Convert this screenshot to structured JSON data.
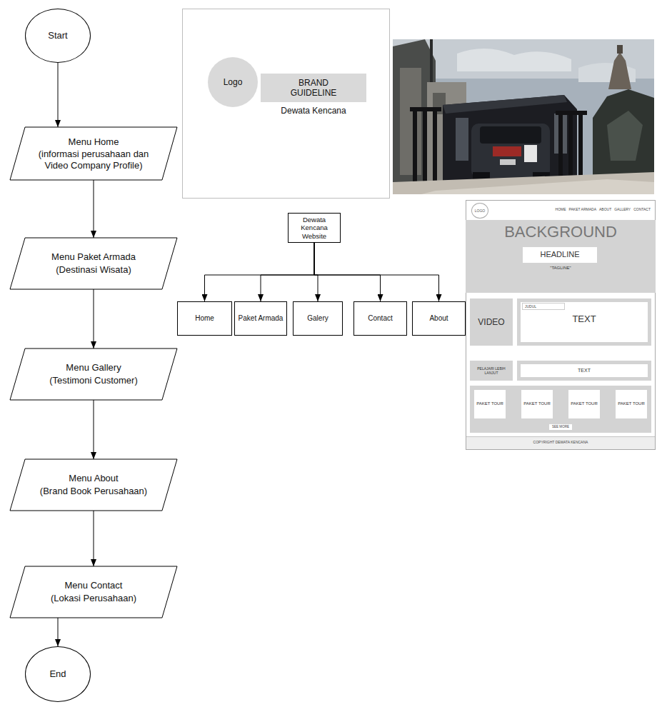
{
  "diagram": {
    "nodes": [
      {
        "text": [
          "Start"
        ]
      },
      {
        "text": [
          "Menu Home",
          "(informasi perusahaan dan Video Company Profile)"
        ]
      },
      {
        "text": [
          "Menu Paket Armada",
          "(Destinasi Wisata)"
        ]
      },
      {
        "text": [
          "Menu Gallery",
          "(Testimoni Customer)"
        ]
      },
      {
        "text": [
          "Menu About",
          "(Brand Book Perusahaan)"
        ]
      },
      {
        "text": [
          "Menu Contact",
          "(Lokasi Perusahaan)"
        ]
      },
      {
        "text": [
          "End"
        ]
      },
      {
        "text": [
          "Logo"
        ]
      },
      {
        "text": [
          "BRAND GUIDELINE"
        ]
      },
      {
        "text": [
          "Dewata Kencana Website"
        ]
      },
      {
        "text": [
          "Home"
        ]
      },
      {
        "text": [
          "Paket Armada"
        ]
      },
      {
        "text": [
          "Galery"
        ]
      },
      {
        "text": [
          "Contact"
        ]
      },
      {
        "text": [
          "About"
        ]
      },
      {
        "text": [
          "LOGO"
        ]
      },
      {
        "text": [
          "BACKGROUND",
          "\"TAGLINE\""
        ]
      },
      {
        "text": [
          "HEADLINE"
        ],
        "in": 16
      },
      {
        "text": [
          "VIDEO"
        ]
      },
      {
        "text": [
          "TEXT"
        ]
      },
      {
        "text": [
          "JUDUL"
        ],
        "in": 19
      },
      {
        "text": [
          "PELAJARI LEBIH LANJUT"
        ]
      },
      {
        "text": [
          "TEXT"
        ]
      },
      {
        "text": [
          "PAKET TOUR"
        ]
      },
      {
        "text": [
          "PAKET TOUR"
        ]
      },
      {
        "text": [
          "PAKET TOUR"
        ]
      },
      {
        "text": [
          "PAKET TOUR"
        ]
      },
      {
        "text": [
          "SEE MORE"
        ]
      }
    ],
    "edges": [
      {
        "from": 0,
        "to": 1,
        "arrow": "to"
      },
      {
        "from": 1,
        "to": 2,
        "arrow": "to"
      },
      {
        "from": 2,
        "to": 3,
        "arrow": "to"
      },
      {
        "from": 3,
        "to": 4,
        "arrow": "to"
      },
      {
        "from": 4,
        "to": 5,
        "arrow": "to"
      },
      {
        "from": 5,
        "to": 6,
        "arrow": "to"
      },
      {
        "from": 9,
        "to": 10,
        "arrow": "to"
      },
      {
        "from": 9,
        "to": 11,
        "arrow": "to"
      },
      {
        "from": 9,
        "to": 12,
        "arrow": "to"
      },
      {
        "from": 9,
        "to": 13,
        "arrow": "to"
      },
      {
        "from": 9,
        "to": 14,
        "arrow": "to"
      }
    ],
    "labels": [
      "Dewata Kencana",
      "HOME",
      "PAKET ARMADA",
      "ABOUT",
      "GALLERY",
      "CONTACT",
      "COPYRIGHT DEWATA KENCANA"
    ]
  }
}
